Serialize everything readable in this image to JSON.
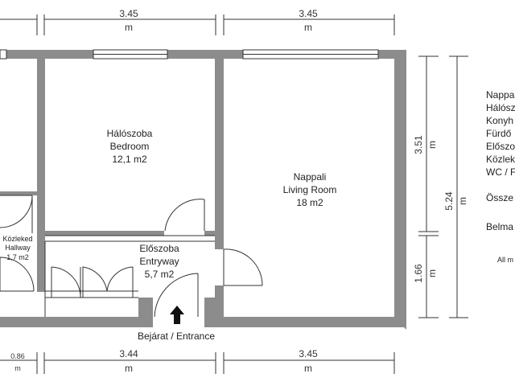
{
  "dimensions": {
    "top_left": "3.45",
    "top_right": "3.45",
    "bottom_small": "0.86",
    "bottom_left": "3.44",
    "bottom_right": "3.45",
    "unit": "m",
    "right_upper": "3.51",
    "right_lower": "1.66",
    "right_total": "5.24"
  },
  "rooms": {
    "bedroom": {
      "name_hu": "Hálószoba",
      "name_en": "Bedroom",
      "area": "12,1 m2"
    },
    "living": {
      "name_hu": "Nappali",
      "name_en": "Living Room",
      "area": "18 m2"
    },
    "entry": {
      "name_hu": "Előszoba",
      "name_en": "Entryway",
      "area": "5,7 m2"
    },
    "hallway": {
      "name_hu": "Közleked",
      "name_en": "Hallway",
      "area": "1,7 m2"
    }
  },
  "entrance_label": "Bejárat / Entrance",
  "legend": {
    "items": [
      "Nappa",
      "Hálósz",
      "Konyh",
      "Fürdő",
      "Előszo",
      "Közlek",
      "WC / F"
    ],
    "total": "Össze",
    "interior": "Belma",
    "note": "All m"
  },
  "colors": {
    "wall": "#8c8c8c",
    "window": "#ffffff",
    "lines": "#333333"
  }
}
